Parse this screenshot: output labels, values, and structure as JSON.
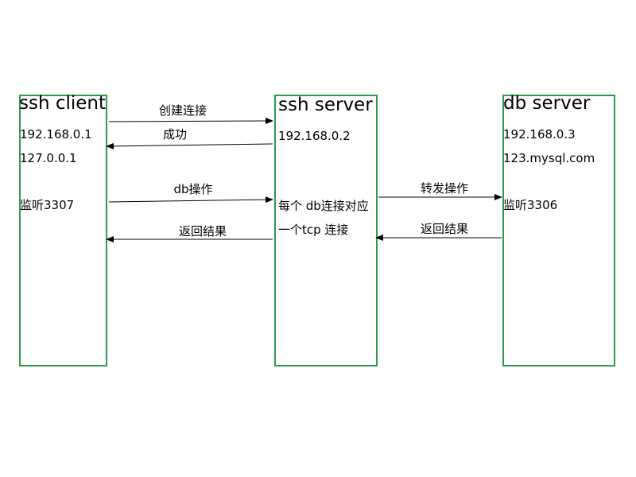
{
  "colors": {
    "box_border": "#2e9a4c",
    "arrow": "#000000"
  },
  "ssh_client": {
    "title": "ssh client",
    "ip": "192.168.0.1",
    "localhost": "127.0.0.1",
    "listen": "监听3307"
  },
  "ssh_server": {
    "title": "ssh server",
    "ip": "192.168.0.2",
    "note_line1": "每个 db连接对应",
    "note_line2": "一个tcp 连接"
  },
  "db_server": {
    "title": "db server",
    "ip": "192.168.0.3",
    "host": "123.mysql.com",
    "listen": "监听3306"
  },
  "arrows": {
    "create_connection": "创建连接",
    "success": "成功",
    "db_operation": "db操作",
    "return_result_left": "返回结果",
    "forward_operation": "转发操作",
    "return_result_right": "返回结果"
  }
}
